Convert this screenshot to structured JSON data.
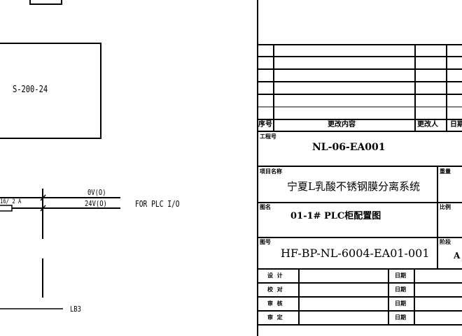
{
  "schematic": {
    "psu_model": "S-200-24",
    "fuse_label": "16/ 2 A",
    "rail_0v": "0V(O)",
    "rail_24v": "24V(O)",
    "note": "FOR PLC I/O",
    "wire_label": "LB3"
  },
  "title_block": {
    "revision_header": {
      "no": "序号",
      "content": "更改内容",
      "changer": "更改人",
      "date": "日期"
    },
    "project_no_label": "工程号",
    "project_no": "NL-06-EA001",
    "project_name_label": "项目名称",
    "project_name": "宁夏L乳酸不锈钢膜分离系统",
    "weight_label": "重量",
    "drawing_name_label": "图名",
    "drawing_name": "01-1# PLC柜配置图",
    "scale_label": "比例",
    "drawing_no_label": "图号",
    "drawing_no": "HF-BP-NL-6004-EA01-001",
    "stage_label": "阶段",
    "stage": "A",
    "sign_rows": [
      {
        "role": "设  计",
        "date_label": "日期"
      },
      {
        "role": "校  对",
        "date_label": "日期"
      },
      {
        "role": "审  核",
        "date_label": "日期"
      },
      {
        "role": "审  定",
        "date_label": "日期"
      }
    ]
  }
}
